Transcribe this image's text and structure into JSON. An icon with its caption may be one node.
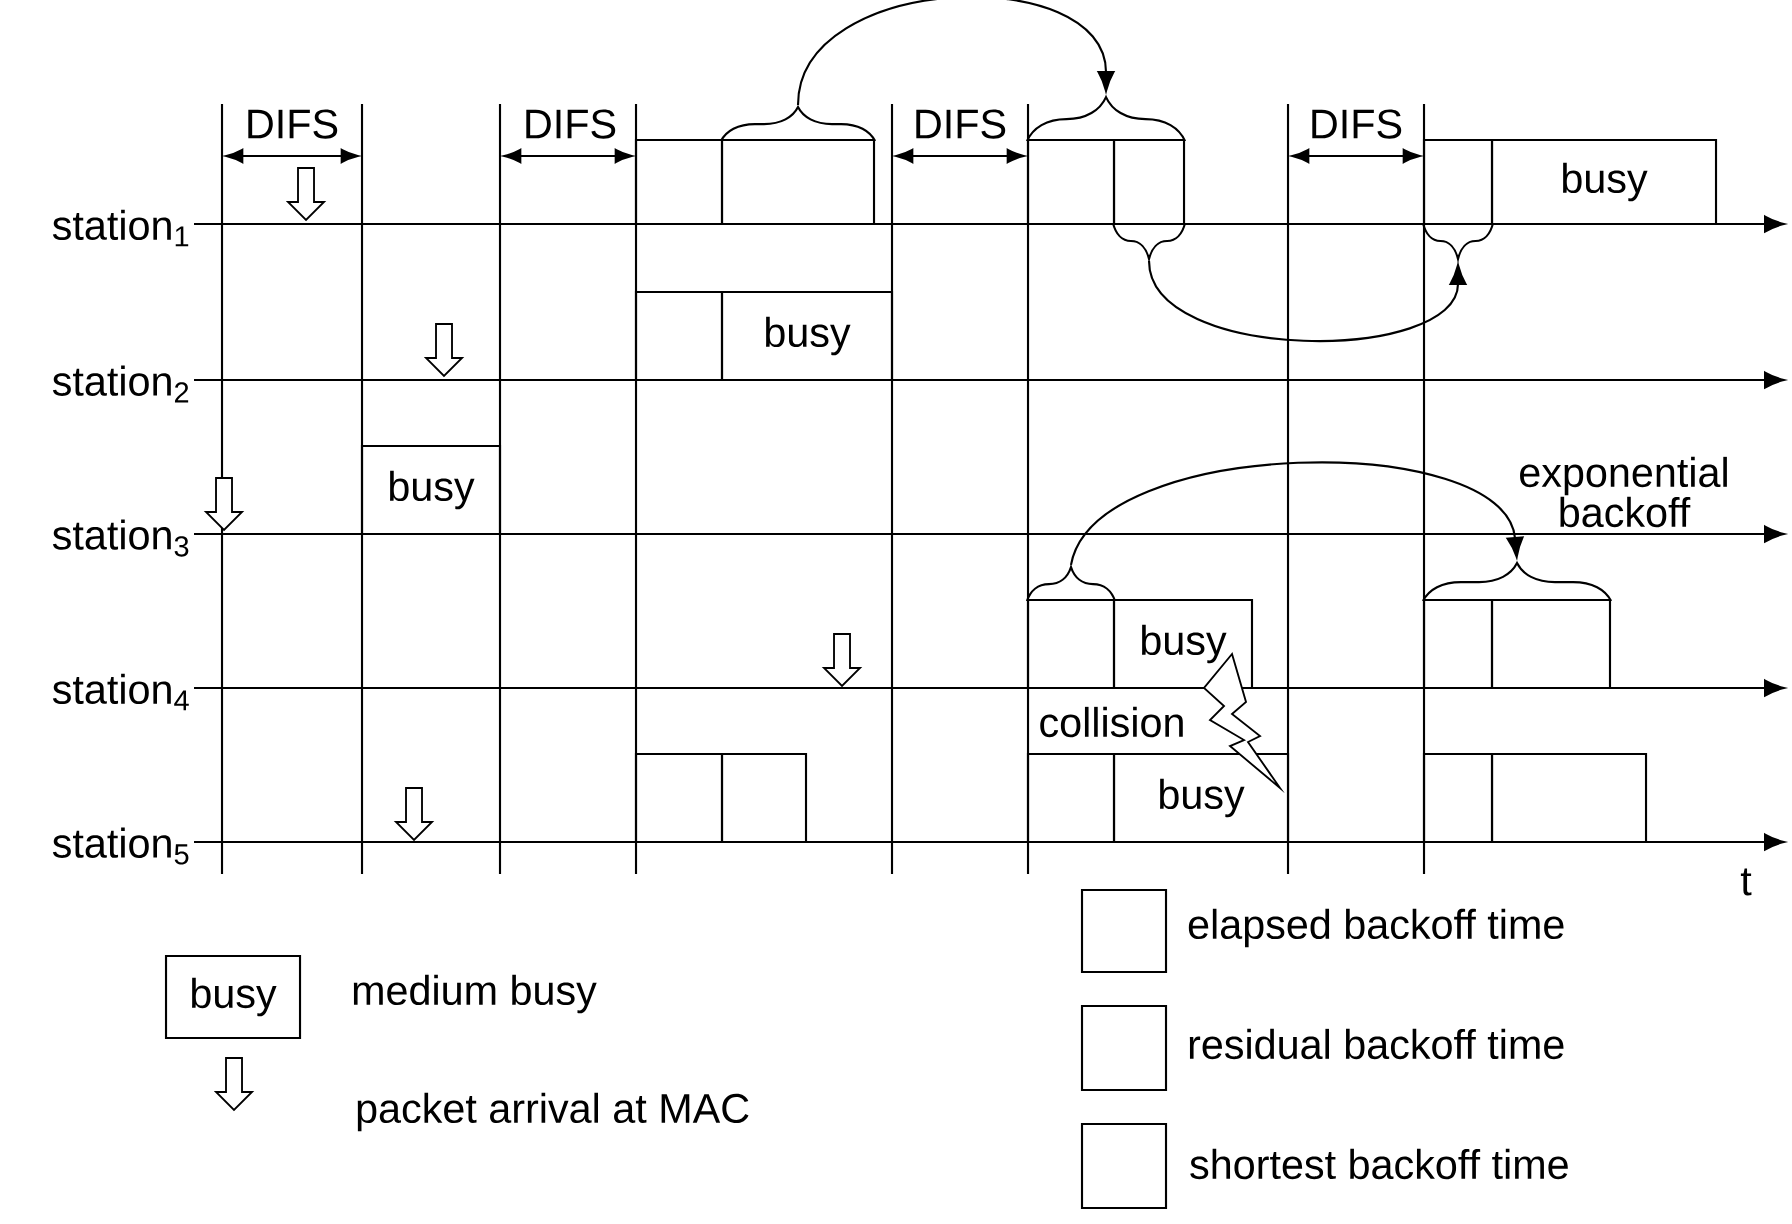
{
  "diagram": {
    "nodes": [
      {
        "text": [],
        "shape": "box"
      },
      {
        "text": [],
        "shape": "box"
      },
      {
        "text": [],
        "shape": "box"
      },
      {
        "text": [],
        "shape": "box"
      },
      {
        "text": [],
        "shape": "box"
      },
      {
        "text": [
          "busy"
        ]
      },
      {
        "text": [],
        "shape": "box"
      },
      {
        "text": [
          "busy"
        ]
      },
      {
        "text": [
          "busy"
        ]
      },
      {
        "text": [],
        "shape": "box"
      },
      {
        "text": [
          "busy"
        ]
      },
      {
        "text": [],
        "shape": "box"
      },
      {
        "text": [],
        "shape": "box"
      },
      {
        "text": [],
        "shape": "box"
      },
      {
        "text": [],
        "shape": "box"
      },
      {
        "text": [],
        "shape": "box"
      },
      {
        "text": [
          "busy"
        ]
      },
      {
        "text": [],
        "shape": "box"
      },
      {
        "text": [],
        "shape": "box"
      },
      {
        "text": [],
        "shape": "brace"
      },
      {
        "text": [],
        "shape": "brace"
      },
      {
        "text": [],
        "shape": "brace"
      },
      {
        "text": [],
        "shape": "brace"
      },
      {
        "text": [],
        "shape": "brace"
      },
      {
        "text": [],
        "shape": "brace"
      },
      {
        "text": [
          "busy"
        ]
      }
    ],
    "edges": [
      {
        "from": 19,
        "to": 20,
        "arrow": "to"
      },
      {
        "from": 21,
        "to": 22,
        "arrow": "to"
      },
      {
        "from": 23,
        "to": 24,
        "arrow": "to"
      }
    ],
    "labels": [
      "DIFS",
      "DIFS",
      "DIFS",
      "DIFS",
      "station$_{1}$",
      "station$_{2}$",
      "exponential backoff",
      "station$_{3}$",
      "station$_{4}$",
      "collision",
      "station$_{5}$",
      "t"
    ],
    "legend": [
      {
        "text": "medium busy"
      },
      {
        "text": "packet arrival at MAC"
      },
      {
        "text": "elapsed backoff time"
      },
      {
        "text": "residual backoff time"
      },
      {
        "text": "shortest backoff time"
      }
    ]
  }
}
